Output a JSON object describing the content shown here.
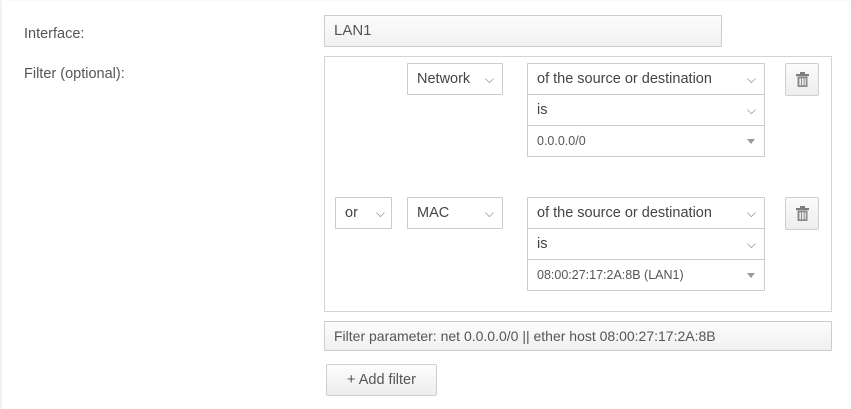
{
  "form": {
    "interface_label": "Interface:",
    "interface_value": "LAN1",
    "filter_label": "Filter (optional):"
  },
  "filters": [
    {
      "conjunction": null,
      "type": "Network",
      "scope": "of the source or destination",
      "operator": "is",
      "value": "0.0.0.0/0",
      "delete_icon": "trash-icon"
    },
    {
      "conjunction": "or",
      "type": "MAC",
      "scope": "of the source or destination",
      "operator": "is",
      "value": "08:00:27:17:2A:8B (LAN1)",
      "delete_icon": "trash-icon"
    }
  ],
  "filter_parameter": "Filter parameter: net 0.0.0.0/0 || ether host 08:00:27:17:2A:8B",
  "add_filter_label": "+ Add filter",
  "icons": {
    "chevron_down": "⌄",
    "caret_down": "caret-down-icon"
  },
  "colors": {
    "text": "#555555",
    "border": "#cccccc",
    "container_border": "#d4d4d4",
    "field_bg": "#ffffff",
    "disabled_bg": "#f1f1f1"
  }
}
